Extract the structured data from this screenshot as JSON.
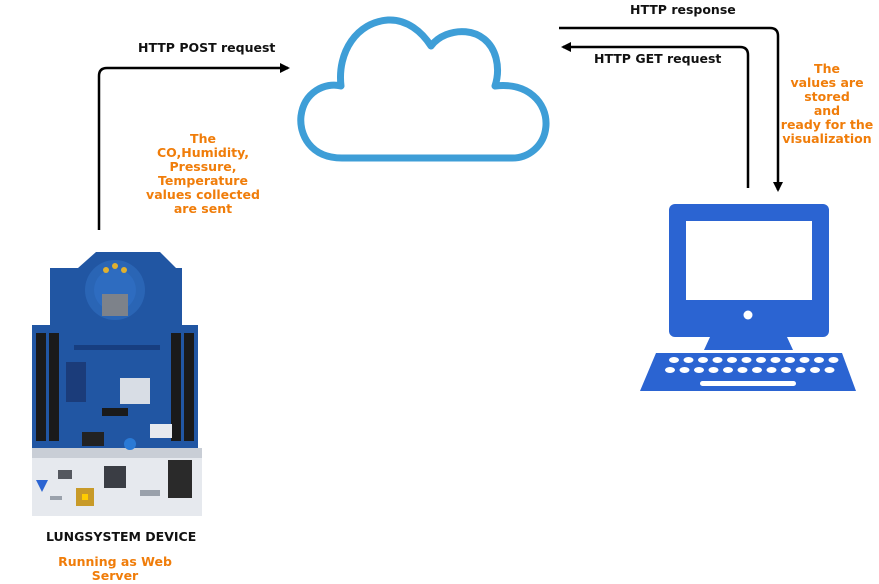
{
  "labels": {
    "post": "HTTP POST request",
    "response": "HTTP response",
    "get": "HTTP GET request",
    "device": "LUNGSYSTEM DEVICE"
  },
  "notes": {
    "sent": [
      "The",
      "CO,Humidity,",
      "Pressure,",
      "Temperature",
      "values collected",
      "are sent"
    ],
    "stored": [
      "The",
      "values are",
      "stored",
      "and",
      "ready for the",
      "visualization"
    ],
    "server": [
      "Running as Web",
      "Server"
    ]
  },
  "colors": {
    "cloud": "#3e9ed7",
    "computer": "#2b64d2",
    "note": "#f07d0a",
    "board": "#2156a3"
  }
}
